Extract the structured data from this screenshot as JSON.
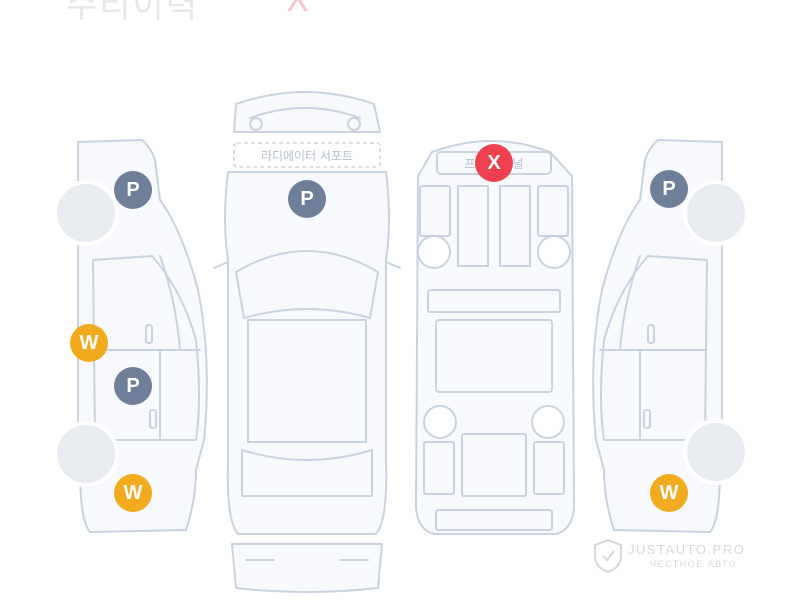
{
  "title": {
    "partial_text": "수리이력",
    "mark": "X"
  },
  "diagram_labels": {
    "radiator_support": "라디에이터 서포트",
    "front_panel": "프론트 패널"
  },
  "markers": [
    {
      "id": "left-side-front-fender",
      "code": "P",
      "color": "#6f7f99"
    },
    {
      "id": "left-side-front-door",
      "code": "W",
      "color": "#f2ab1f"
    },
    {
      "id": "left-side-rear-door",
      "code": "P",
      "color": "#6f7f99"
    },
    {
      "id": "left-side-rear-quarter",
      "code": "W",
      "color": "#f2ab1f"
    },
    {
      "id": "top-view-hood",
      "code": "P",
      "color": "#6f7f99"
    },
    {
      "id": "frame-front-panel",
      "code": "X",
      "color": "#ef4050"
    },
    {
      "id": "right-side-front-fender",
      "code": "P",
      "color": "#6f7f99"
    },
    {
      "id": "right-side-rear-quarter",
      "code": "W",
      "color": "#f2ab1f"
    }
  ],
  "colors": {
    "outline": "#c9d3e0",
    "exchange": "#ef4050",
    "sheet_metal": "#f2ab1f",
    "paint": "#6f7f99"
  },
  "watermark": {
    "brand": "JUSTAUTO.PRO",
    "tagline": "ЧЕСТНОЕ АВТО"
  }
}
